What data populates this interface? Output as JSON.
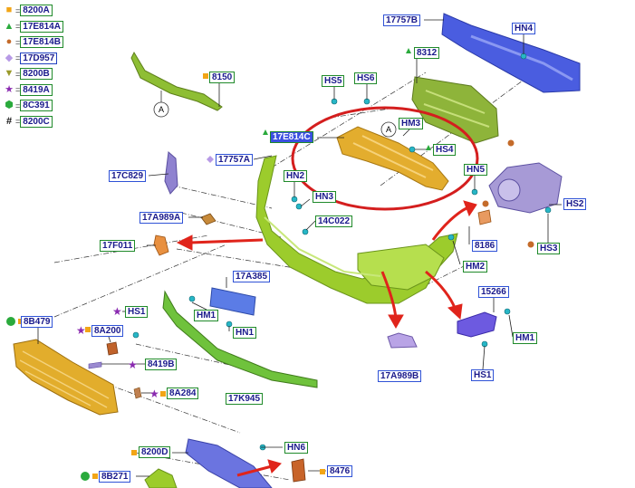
{
  "legend": [
    {
      "symbol": "orange-square",
      "code": "8200A"
    },
    {
      "symbol": "green-triangle",
      "code": "17E814A"
    },
    {
      "symbol": "brown-circle",
      "code": "17E814B"
    },
    {
      "symbol": "lilac-diamond",
      "code": "17D957"
    },
    {
      "symbol": "olive-triangle-down",
      "code": "8200B"
    },
    {
      "symbol": "purple-star",
      "code": "8419A"
    },
    {
      "symbol": "green-hexagon",
      "code": "8C391"
    },
    {
      "symbol": "hash",
      "code": "8200C"
    }
  ],
  "view_letter": "A",
  "callouts": {
    "c17757B": "17757B",
    "cHN4": "HN4",
    "c8312": "8312",
    "c8150": "8150",
    "cHS5": "HS5",
    "cHS6": "HS6",
    "cHM3": "HM3",
    "c17E814C": "17E814C",
    "cHS4": "HS4",
    "c17757A": "17757A",
    "c17C829": "17C829",
    "cHN2": "HN2",
    "cHN5": "HN5",
    "cHN3": "HN3",
    "cHS2": "HS2",
    "c17A989A": "17A989A",
    "c14C022": "14C022",
    "c8186": "8186",
    "cHS3": "HS3",
    "c17F011": "17F011",
    "cHM2": "HM2",
    "c17A385": "17A385",
    "c15266": "15266",
    "c8B479": "8B479",
    "cHS1": "HS1",
    "cHM1a": "HM1",
    "c8A200": "8A200",
    "cHN1": "HN1",
    "cHM1b": "HM1",
    "c8419B": "8419B",
    "c17A989B": "17A989B",
    "cHS1b": "HS1",
    "c8A284": "8A284",
    "c17K945": "17K945",
    "cHN6": "HN6",
    "c8200D": "8200D",
    "c8476": "8476",
    "c8B271": "8B271"
  },
  "colors": {
    "highlight_ring": "#d41e1e",
    "arrow": "#e0241b",
    "bumper_green": "#9ccc2c",
    "bracket_blue": "#4a5de0",
    "lamp_lilac": "#9a8fd0",
    "grille_gold": "#e2ad2c"
  }
}
